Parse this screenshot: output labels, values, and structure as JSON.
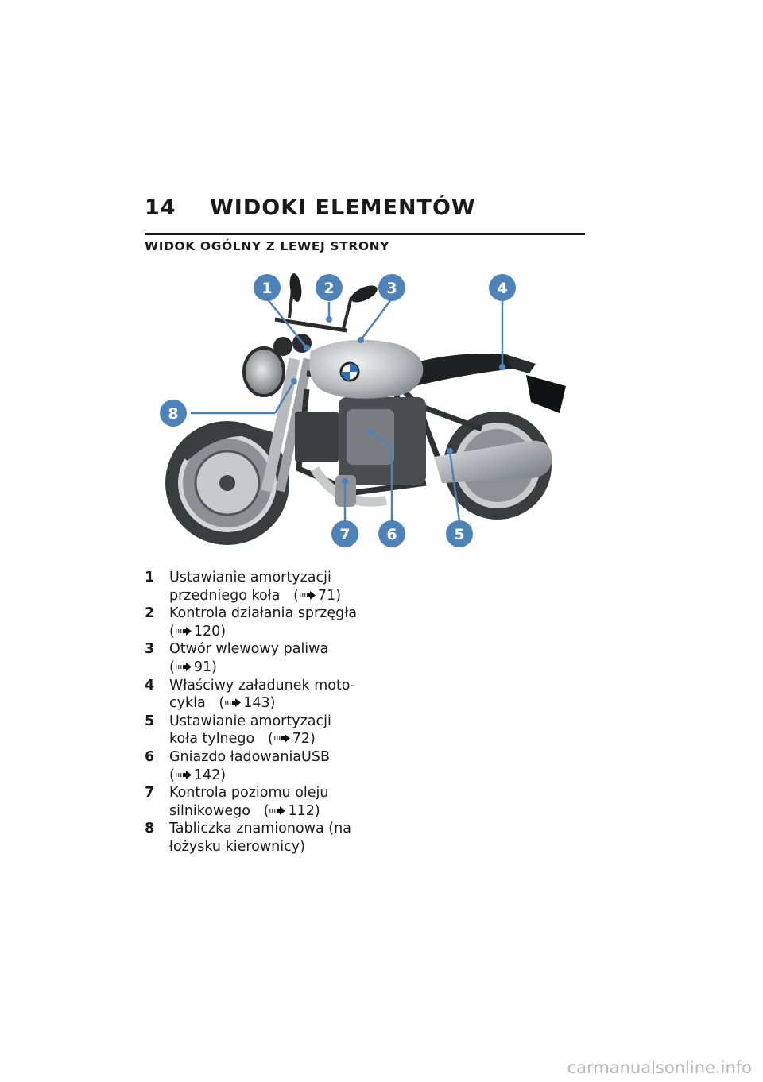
{
  "header": {
    "page_number": "14",
    "chapter_title": "WIDOKI ELEMENTÓW"
  },
  "section_title": "WIDOK OGÓLNY Z LEWEJ STRONY",
  "callouts": [
    "1",
    "2",
    "3",
    "4",
    "5",
    "6",
    "7",
    "8"
  ],
  "colors": {
    "callout": "#4d83b8",
    "text": "#1a1a1a",
    "watermark": "#b8b8b8"
  },
  "items": [
    {
      "num": "1",
      "line1": "Ustawianie amortyzacji",
      "line2": "przedniego koła",
      "page": "71)"
    },
    {
      "num": "2",
      "line1": "Kontrola działania sprzęgła",
      "line2": "",
      "page": "120)"
    },
    {
      "num": "3",
      "line1": "Otwór wlewowy paliwa",
      "line2": "",
      "page": "91)"
    },
    {
      "num": "4",
      "line1": "Właściwy załadunek moto-",
      "line2": "cykla",
      "page": "143)"
    },
    {
      "num": "5",
      "line1": "Ustawianie amortyzacji",
      "line2": "koła tylnego",
      "page": "72)"
    },
    {
      "num": "6",
      "line1": "Gniazdo ładowaniaUSB",
      "line2": "",
      "page": "142)"
    },
    {
      "num": "7",
      "line1": "Kontrola poziomu oleju",
      "line2": "silnikowego",
      "page": "112)"
    },
    {
      "num": "8",
      "line1": "Tabliczka znamionowa (na",
      "line2": "łożysku kierownicy)",
      "page": ""
    }
  ],
  "ref_icon": "page-reference-arrow-icon",
  "footer": {
    "watermark": "carmanualsonline.info"
  }
}
